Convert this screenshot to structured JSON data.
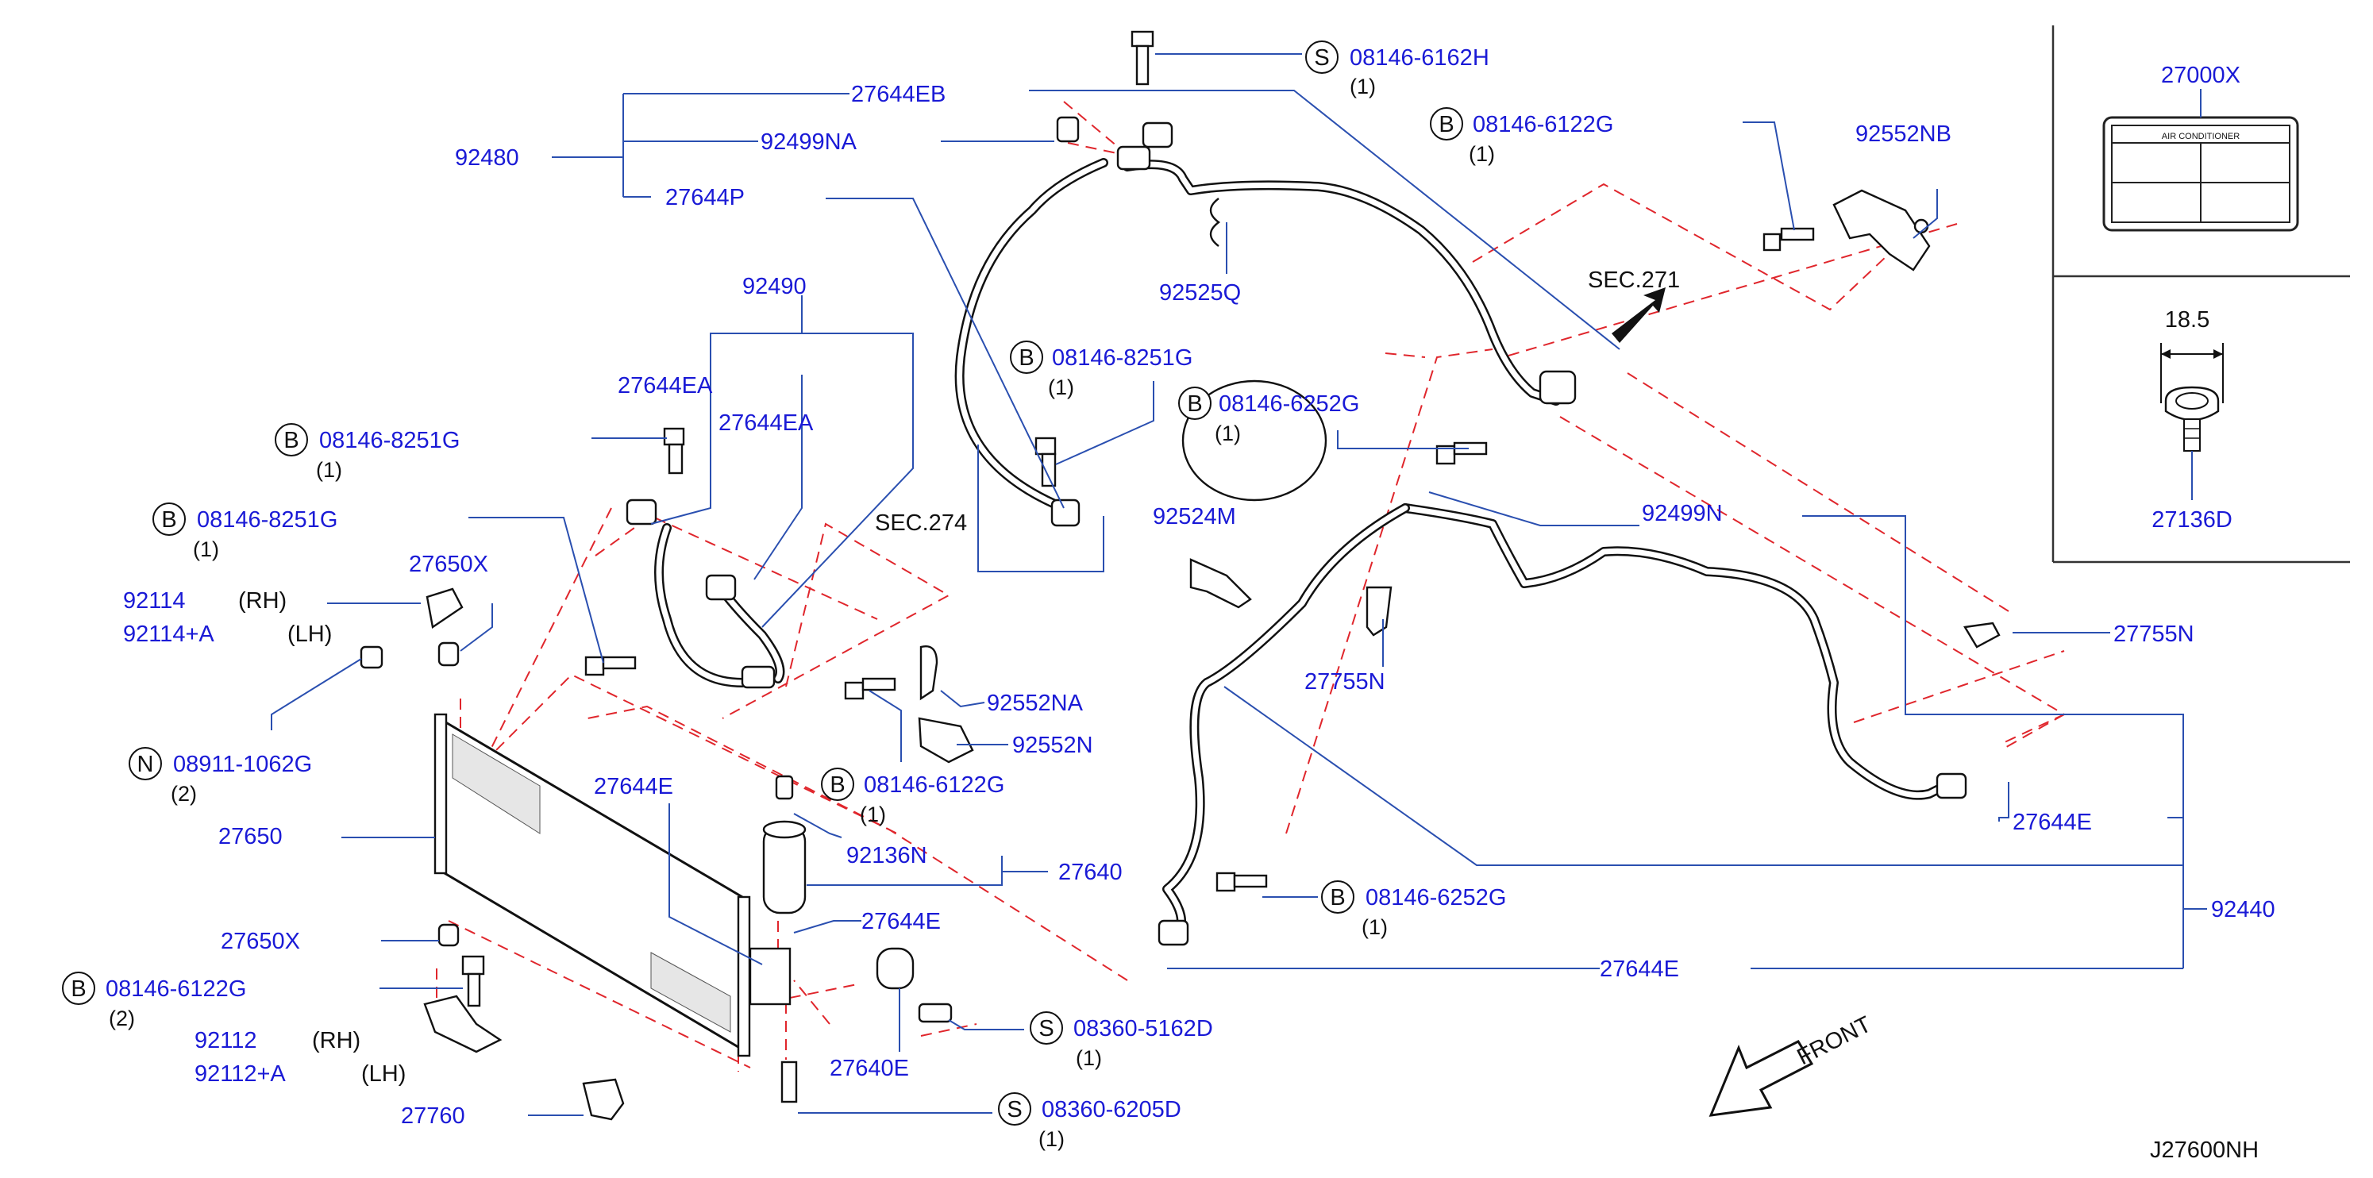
{
  "diagram_code": "J27600NH",
  "front_label": "FRONT",
  "inset": {
    "label_part": "27000X",
    "label_text": "AIR    CONDITIONER",
    "clip_part": "27136D",
    "dimension": "18.5"
  },
  "sections": [
    "SEC.271",
    "SEC.274"
  ],
  "symbols": {
    "B": "B",
    "S": "S",
    "N": "N"
  },
  "callouts": {
    "c92480": "92480",
    "c27644EB": "27644EB",
    "c92499NA": "92499NA",
    "c27644P": "27644P",
    "c08146_6162H": "08146-6162H",
    "q_6162H": "(1)",
    "c08146_6122G_top": "08146-6122G",
    "q_6122G_top": "(1)",
    "c92552NB": "92552NB",
    "c92525Q": "92525Q",
    "c92490": "92490",
    "c27644EA_a": "27644EA",
    "c27644EA_b": "27644EA",
    "c08146_8251G_mid": "08146-8251G",
    "q_8251G_mid": "(1)",
    "c08146_6252G_top": "08146-6252G",
    "q_6252G_top": "(1)",
    "c08146_8251G_l1": "08146-8251G",
    "q_8251G_l1": "(1)",
    "c08146_8251G_l2": "08146-8251G",
    "q_8251G_l2": "(1)",
    "c27650X_top": "27650X",
    "c92114": "92114",
    "rh_1": "(RH)",
    "c92114A": "92114+A",
    "lh_1": "(LH)",
    "c92524M": "92524M",
    "c92499N": "92499N",
    "c27755N_r": "27755N",
    "c27755N_c": "27755N",
    "c92552NA": "92552NA",
    "c92552N": "92552N",
    "c08911_1062G": "08911-1062G",
    "q_1062G": "(2)",
    "c08146_6122G_mid": "08146-6122G",
    "q_6122G_mid": "(1)",
    "c27644E_l": "27644E",
    "c27650": "27650",
    "c92136N": "92136N",
    "c27640": "27640",
    "c27644E_r": "27644E",
    "c08146_6252G_bot": "08146-6252G",
    "q_6252G_bot": "(1)",
    "c92440": "92440",
    "c27650X_bot": "27650X",
    "c27644E_m": "27644E",
    "c27644E_b": "27644E",
    "c08146_6122G_bot": "08146-6122G",
    "q_6122G_bot": "(2)",
    "c08360_5162D": "08360-5162D",
    "q_5162D": "(1)",
    "c92112": "92112",
    "rh_2": "(RH)",
    "c92112A": "92112+A",
    "lh_2": "(LH)",
    "c27640E": "27640E",
    "c27760": "27760",
    "c08360_6205D": "08360-6205D",
    "q_6205D": "(1)"
  },
  "colors": {
    "part_number": "#1a1ad6",
    "leader": "#2a4fb0",
    "phantom": "#e0262c",
    "outline": "#111111"
  }
}
